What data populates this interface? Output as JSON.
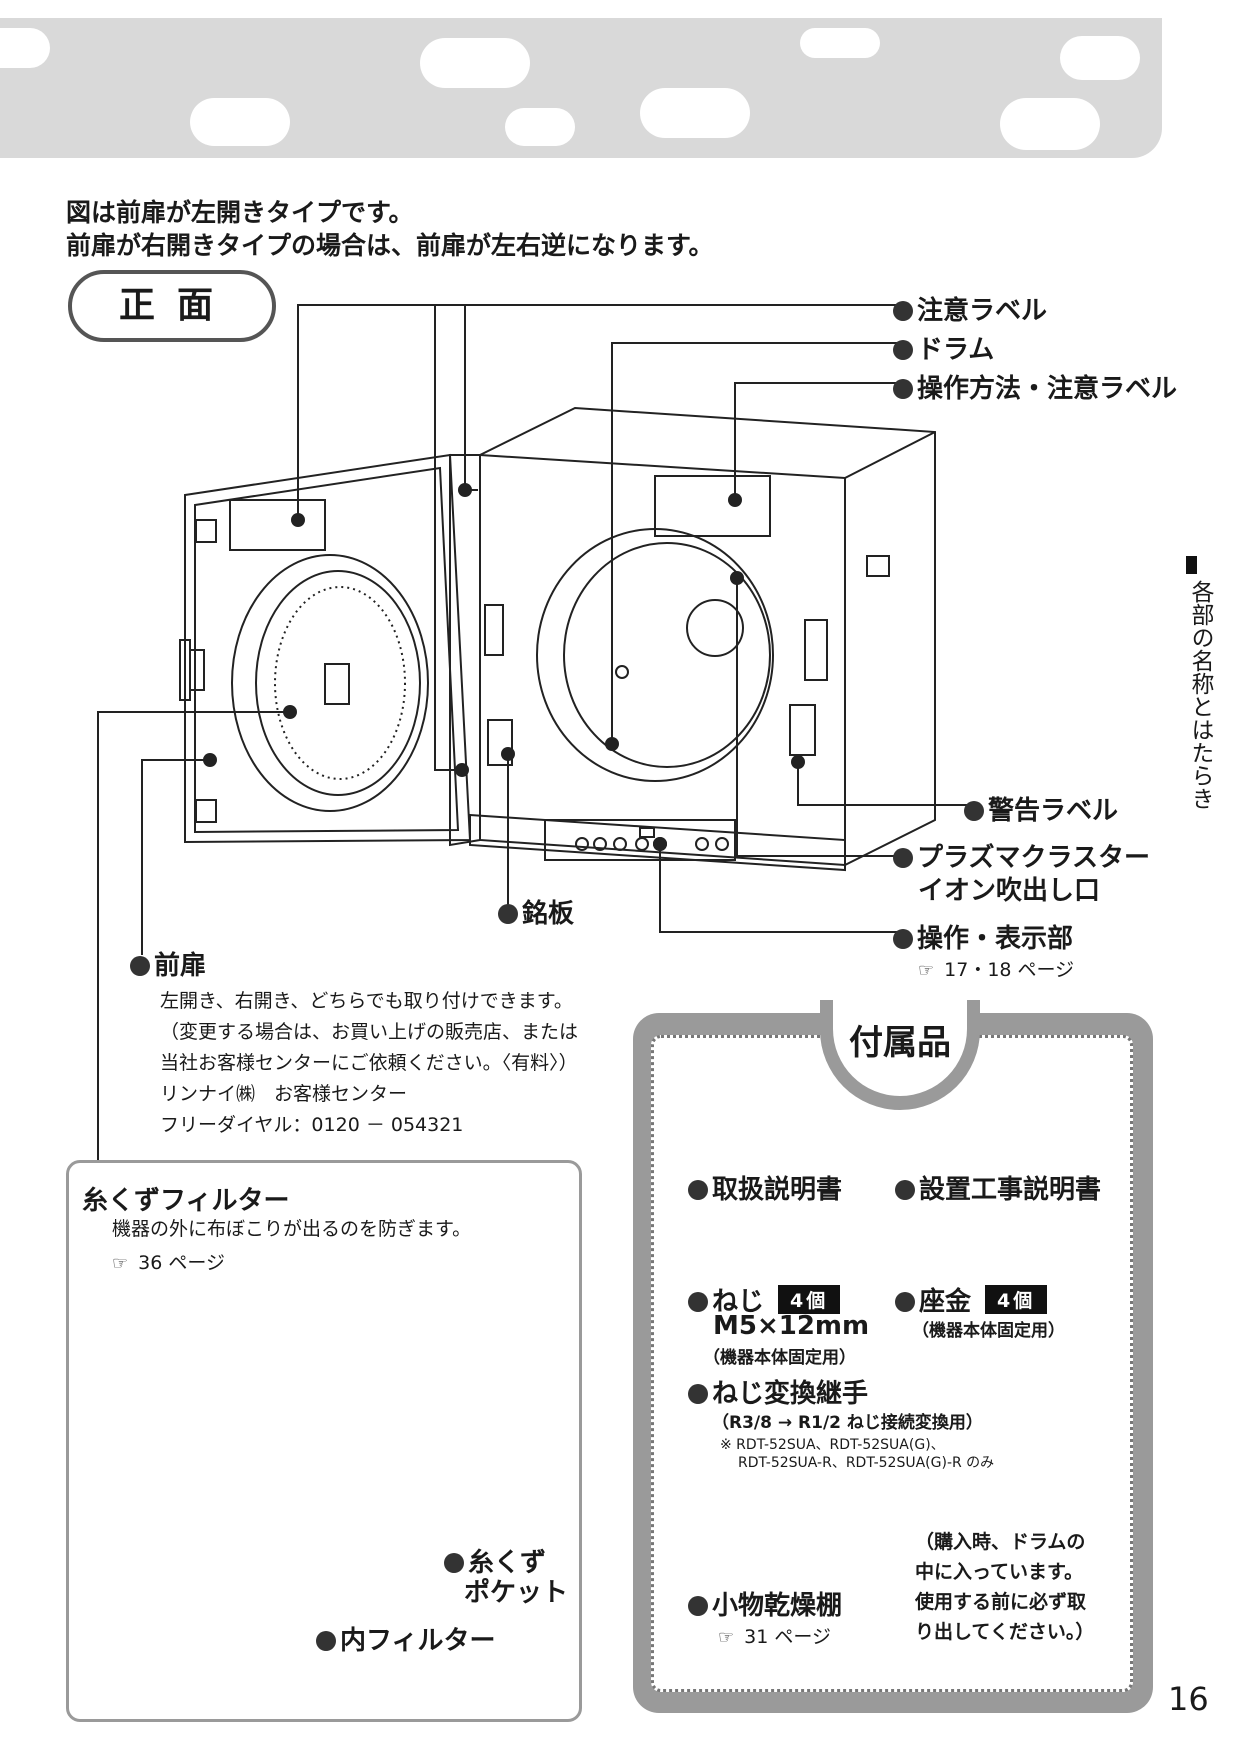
{
  "intro": {
    "line1": "図は前扉が左開きタイプです。",
    "line2": "前扉が右開きタイプの場合は、前扉が左右逆になります。"
  },
  "view_label": "正面",
  "callouts": {
    "caution_label": "注意ラベル",
    "drum": "ドラム",
    "operation_caution_label": "操作方法・注意ラベル",
    "warning_label": "警告ラベル",
    "plasma_line1": "プラズマクラスター",
    "plasma_line2": "イオン吹出し口",
    "nameplate": "銘板",
    "control_panel": "操作・表示部",
    "control_panel_ref": "17・18 ページ"
  },
  "front_door": {
    "title": "前扉",
    "line1": "左開き、右開き、どちらでも取り付けできます。",
    "line2": "（変更する場合は、お買い上げの販売店、または",
    "line3": "当社お客様センターにご依頼ください。〈有料〉）",
    "line4": "リンナイ㈱　お客様センター",
    "line5": "フリーダイヤル：0120 － 054321"
  },
  "lint_filter": {
    "title": "糸くずフィルター",
    "desc": "機器の外に布ぼこりが出るのを防ぎます。",
    "ref": "36 ページ",
    "pocket_line1": "糸くず",
    "pocket_line2": "ポケット",
    "inner_filter": "内フィルター"
  },
  "accessories": {
    "title": "付属品",
    "manual": "取扱説明書",
    "install_manual": "設置工事説明書",
    "screw": "ねじ",
    "screw_qty": "4個",
    "screw_size": "M5×12mm",
    "screw_use": "（機器本体固定用）",
    "washer": "座金",
    "washer_qty": "4個",
    "washer_use": "（機器本体固定用）",
    "adapter": "ねじ変換継手",
    "adapter_use": "（R3/8 → R1/2 ねじ接続変換用）",
    "adapter_note1": "※ RDT-52SUA、RDT-52SUA(G)、",
    "adapter_note2": "RDT-52SUA-R、RDT-52SUA(G)-R のみ",
    "rack": "小物乾燥棚",
    "rack_ref": "31 ページ",
    "rack_note1": "（購入時、ドラムの",
    "rack_note2": "中に入っています。",
    "rack_note3": "使用する前に必ず取",
    "rack_note4": "り出してください。）"
  },
  "side_tab": "各部の名称とはたらき",
  "page_number": "16",
  "ref_icon": "pointing-hand-icon"
}
